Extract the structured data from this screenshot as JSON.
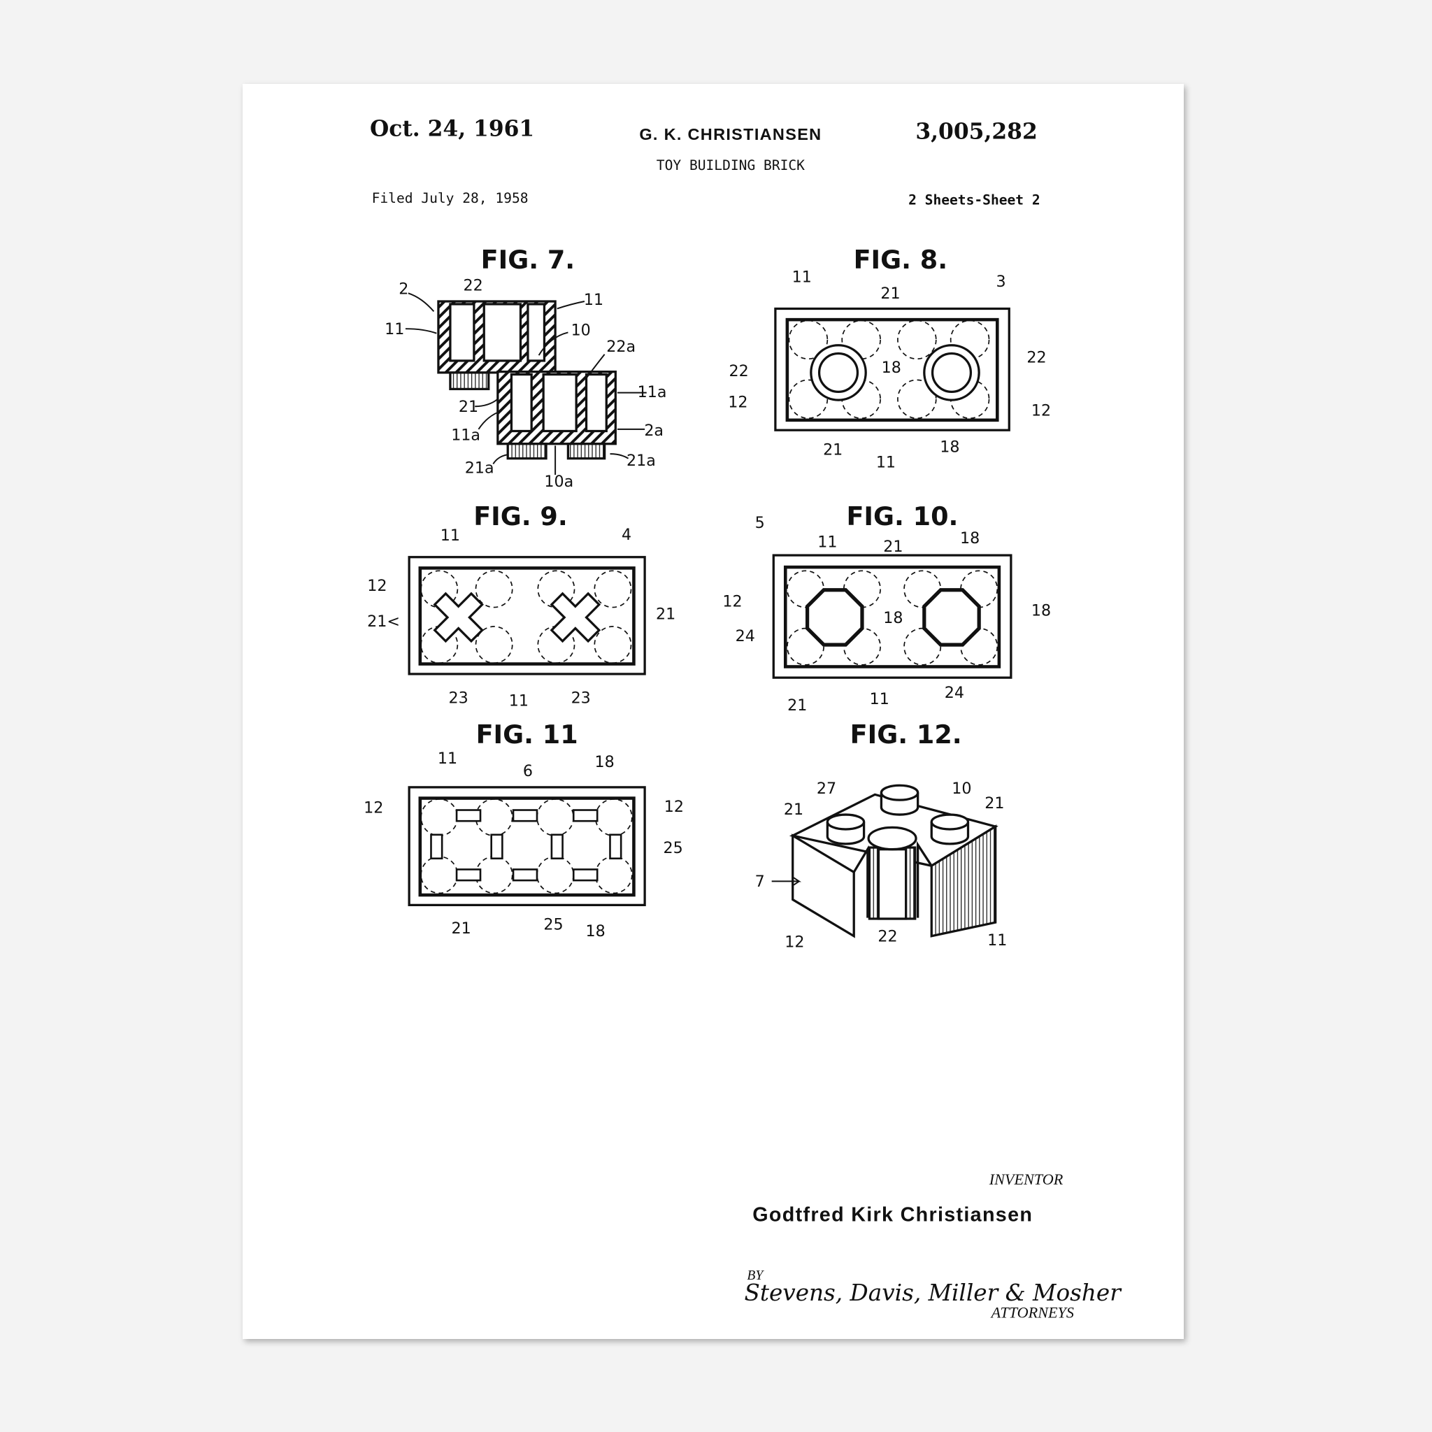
{
  "header": {
    "date": "Oct. 24, 1961",
    "inventor_short": "G. K. CHRISTIANSEN",
    "patent_number": "3,005,282",
    "title": "TOY BUILDING BRICK",
    "filed": "Filed July 28, 1958",
    "sheets": "2 Sheets-Sheet 2"
  },
  "figures": [
    {
      "title": "FIG. 7.",
      "labels": [
        "2",
        "22",
        "11",
        "11",
        "10",
        "22a",
        "11a",
        "21",
        "11a",
        "2a",
        "21a",
        "10a",
        "21a"
      ]
    },
    {
      "title": "FIG. 8.",
      "labels": [
        "11",
        "3",
        "21",
        "22",
        "18",
        "22",
        "12",
        "12",
        "21",
        "18",
        "11"
      ]
    },
    {
      "title": "FIG. 9.",
      "labels": [
        "11",
        "4",
        "12",
        "21<",
        "21",
        "23",
        "11",
        "23"
      ]
    },
    {
      "title": "FIG. 10.",
      "labels": [
        "5",
        "11",
        "21",
        "18",
        "12",
        "18",
        "18",
        "24",
        "21",
        "11",
        "24"
      ]
    },
    {
      "title": "FIG. 11",
      "labels": [
        "11",
        "6",
        "18",
        "12",
        "12",
        "25",
        "21",
        "25",
        "18"
      ]
    },
    {
      "title": "FIG. 12.",
      "labels": [
        "27",
        "10",
        "21",
        "21",
        "7",
        "12",
        "22",
        "11"
      ]
    }
  ],
  "footer": {
    "inventor_caption": "INVENTOR",
    "inventor_name": "Godtfred Kirk Christiansen",
    "by": "BY",
    "attorneys_signature": "Stevens, Davis, Miller & Mosher",
    "attorneys_caption": "ATTORNEYS"
  }
}
